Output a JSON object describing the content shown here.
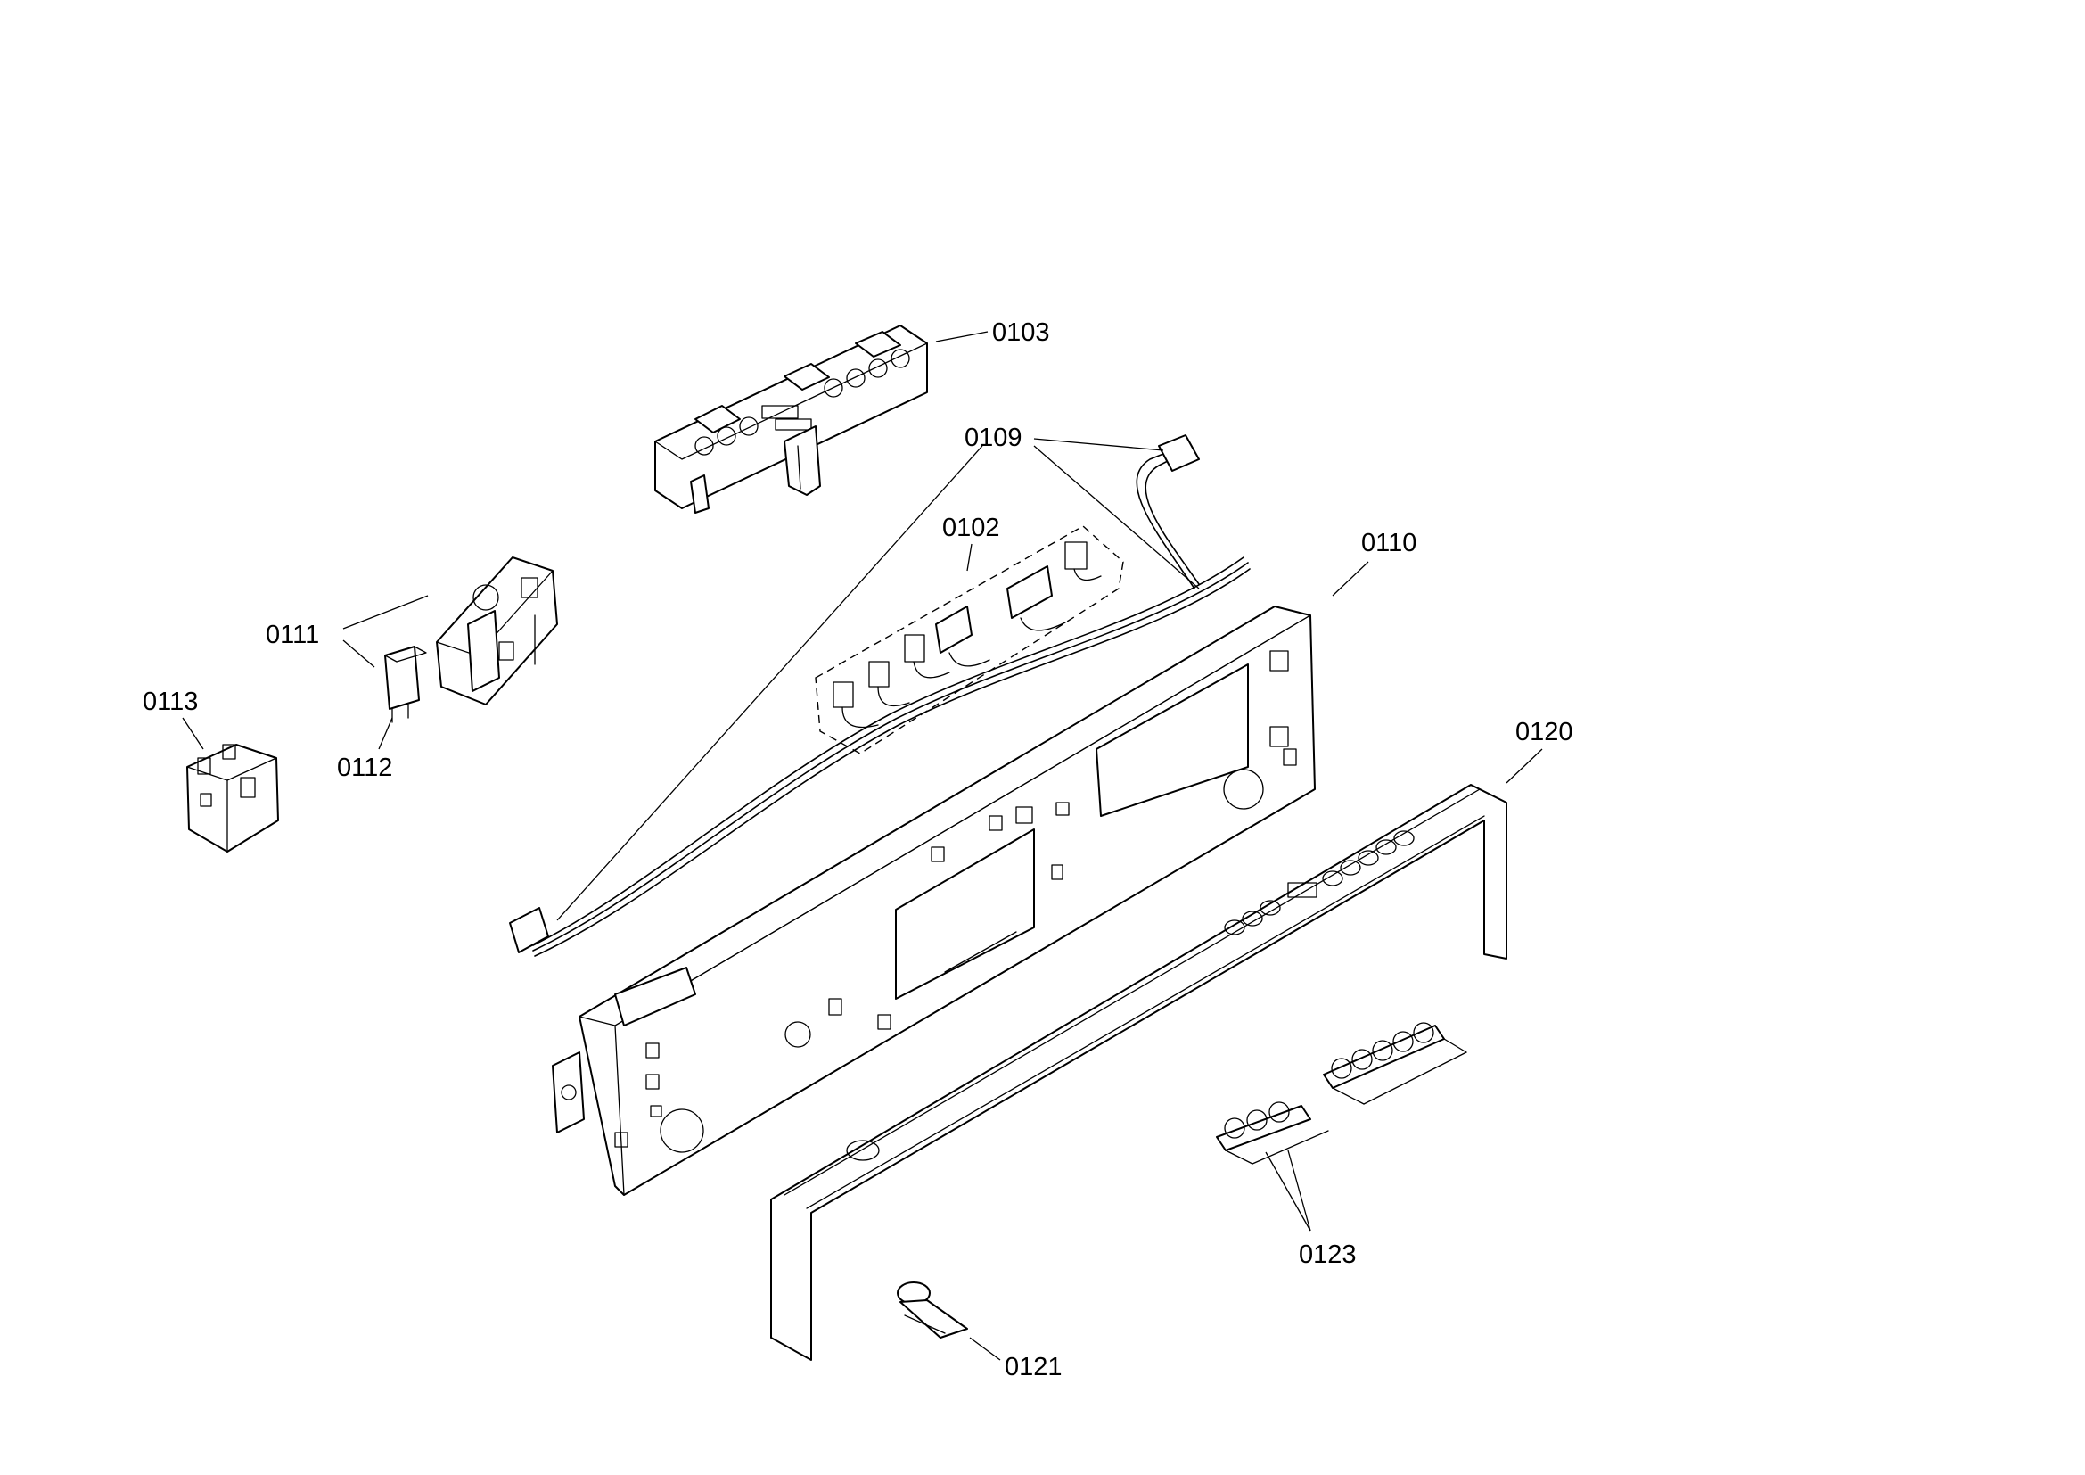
{
  "callouts": [
    {
      "id": "0103",
      "label": "0103"
    },
    {
      "id": "0109",
      "label": "0109"
    },
    {
      "id": "0102",
      "label": "0102"
    },
    {
      "id": "0110",
      "label": "0110"
    },
    {
      "id": "0111",
      "label": "0111"
    },
    {
      "id": "0113",
      "label": "0113"
    },
    {
      "id": "0112",
      "label": "0112"
    },
    {
      "id": "0120",
      "label": "0120"
    },
    {
      "id": "0123",
      "label": "0123"
    },
    {
      "id": "0121",
      "label": "0121"
    }
  ]
}
